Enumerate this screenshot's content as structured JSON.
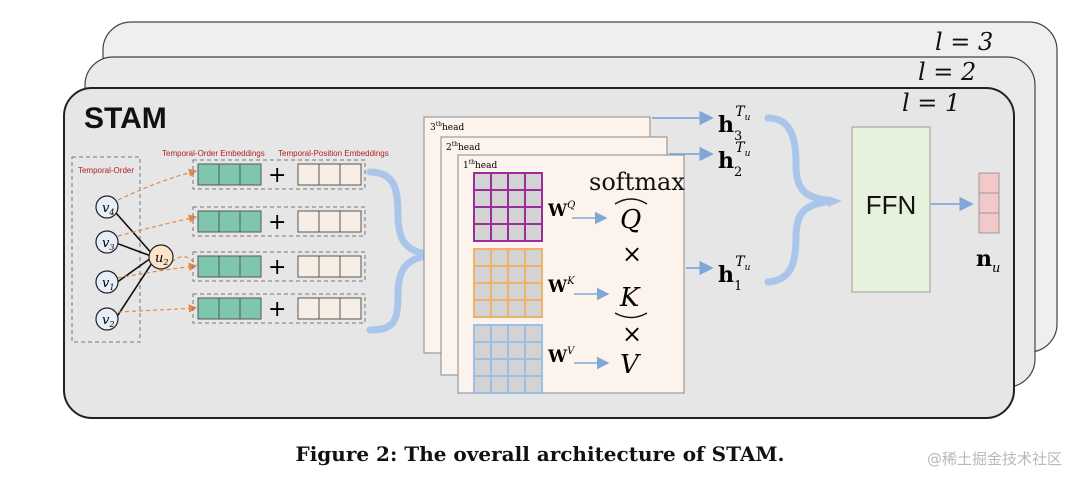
{
  "figure": {
    "caption": "Figure 2: The overall architecture of STAM.",
    "watermark": "@稀土掘金技术社区"
  },
  "layers": {
    "l3": "l = 3",
    "l2": "l = 2",
    "l1": "l = 1"
  },
  "stam": {
    "title": "STAM"
  },
  "graph": {
    "group_label": "Temporal-Order",
    "nodes": {
      "v4": {
        "base": "v",
        "sub": "4"
      },
      "v3": {
        "base": "v",
        "sub": "3"
      },
      "v1": {
        "base": "v",
        "sub": "1"
      },
      "v2": {
        "base": "v",
        "sub": "2"
      },
      "u2": {
        "base": "u",
        "sub": "2"
      }
    }
  },
  "embeddings": {
    "order_label": "Temporal-Order Embeddings",
    "position_label": "Temporal-Position Embeddings",
    "plus": "+",
    "order_color": "#7fc6b1",
    "position_color": "#f7efe6"
  },
  "heads": {
    "h3_label_sup": "th",
    "h3_label_num": "3",
    "h2_label_num": "2",
    "h1_label_num": "1",
    "head_word": "head",
    "wq": {
      "base": "W",
      "sup": "Q"
    },
    "wk": {
      "base": "W",
      "sup": "K"
    },
    "wv": {
      "base": "W",
      "sup": "V"
    },
    "softmax": "softmax",
    "q": "Q",
    "k": "K",
    "v": "V",
    "times": "×",
    "q_color": "#9b2c9b",
    "k_color": "#f0b26a",
    "v_color": "#9cc0e4"
  },
  "outputs": {
    "h3": {
      "base": "h",
      "sub": "3",
      "sup": "T",
      "supsub": "u"
    },
    "h2": {
      "base": "h",
      "sub": "2",
      "sup": "T",
      "supsub": "u"
    },
    "h1": {
      "base": "h",
      "sub": "1",
      "sup": "T",
      "supsub": "u"
    },
    "ffn": "FFN",
    "nu": {
      "base": "n",
      "sub": "u"
    },
    "ffn_color": "#e6f2dc",
    "nu_color": "#f3c8c8"
  }
}
